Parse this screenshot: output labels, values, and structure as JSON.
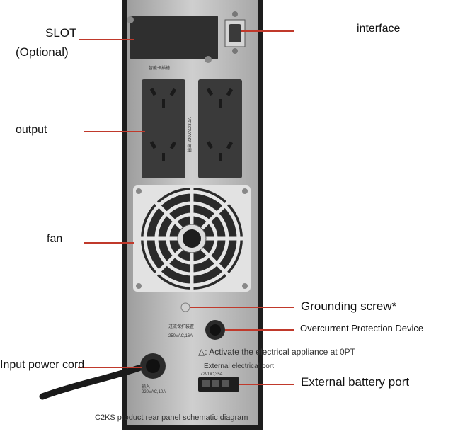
{
  "labels": {
    "slot": "SLOT",
    "slot_optional": "(Optional)",
    "interface": "interface",
    "output": "output",
    "fan": "fan",
    "grounding_screw": "Grounding screw*",
    "overcurrent": "Overcurrent Protection Device",
    "activate_note": "△: Activate the electrical appliance at 0PT",
    "external_electrical_port": "External electrical port",
    "input_power_cord": "Input power cord",
    "external_battery_port": "External battery port"
  },
  "panel_text": {
    "slot_caption": "智能卡插槽",
    "output_rating": "输出 220VAC/3.1A",
    "breaker_caption": "过流保护装置",
    "breaker_rating": "250VAC,16A",
    "input_caption": "输入",
    "input_rating": "220VAC,10A",
    "battery_rating": "72VDC,35A"
  },
  "caption": "C2KS product rear panel schematic diagram",
  "colors": {
    "leader": "#c0392b",
    "panel": "#b9b9b9",
    "frame": "#1d1d1d",
    "socket_block": "#3a3a3a"
  }
}
